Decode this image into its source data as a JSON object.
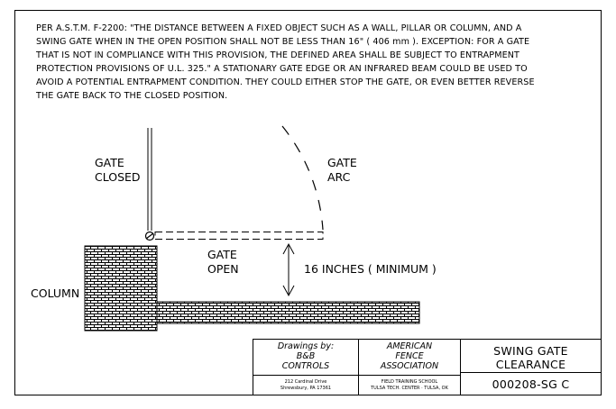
{
  "note_lines": [
    "PER A.S.T.M. F-2200: \"THE DISTANCE BETWEEN A FIXED OBJECT SUCH AS A WALL, PILLAR OR COLUMN, AND A",
    "SWING GATE WHEN IN THE OPEN POSITION SHALL NOT BE LESS THAN 16\" ( 406 mm ).  EXCEPTION: FOR A GATE",
    "THAT IS NOT IN COMPLIANCE WITH THIS PROVISION, THE DEFINED AREA SHALL BE SUBJECT TO ENTRAPMENT",
    "PROTECTION PROVISIONS OF U.L. 325.\"  A STATIONARY GATE EDGE OR AN INFRARED BEAM COULD BE USED TO",
    "AVOID A POTENTIAL ENTRAPMENT CONDITION.  THEY COULD EITHER STOP THE GATE, OR EVEN BETTER REVERSE",
    "THE GATE BACK TO THE CLOSED POSITION."
  ],
  "labels": {
    "gate_closed": [
      "GATE",
      "CLOSED"
    ],
    "gate_arc": [
      "GATE",
      "ARC"
    ],
    "gate_open": [
      "GATE",
      "OPEN"
    ],
    "column": "COLUMN",
    "dimension": "16 INCHES ( MINIMUM )"
  },
  "title_block": {
    "drawn_by": [
      "Drawings by:",
      "B&B",
      "CONTROLS"
    ],
    "drawn_by_address": [
      "212 Cardinal Drive",
      "Shrewsbury, PA  17361"
    ],
    "org": [
      "AMERICAN",
      "FENCE",
      "ASSOCIATION"
    ],
    "school": [
      "FIELD TRAINING SCHOOL",
      "TULSA TECH. CENTER · TULSA, OK"
    ],
    "title": [
      "SWING GATE",
      "CLEARANCE"
    ],
    "drawing_number": "000208-SG C"
  }
}
